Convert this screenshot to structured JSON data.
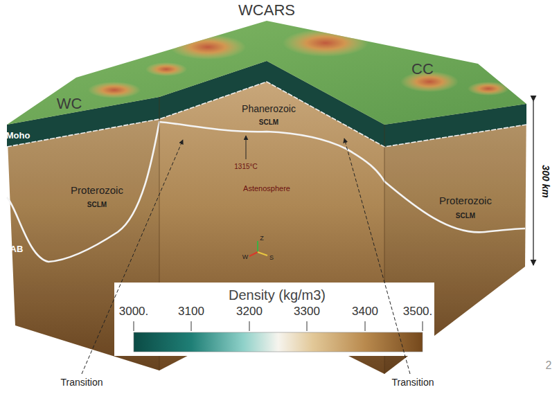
{
  "diagram": {
    "labels": [
      "WCARS",
      "WC",
      "CC",
      "Phanerozoic",
      "SCLM",
      "Moho",
      "1315°C",
      "Proterozoic",
      "SCLM",
      "Astenosphere",
      "Proterozoic",
      "SCLM",
      "LAB",
      "300 km",
      "Z",
      "W",
      "S",
      "Density (kg/m3)",
      "3000.",
      "3100",
      "3200",
      "3300",
      "3400",
      "3500.",
      "Transition",
      "Transition",
      "2"
    ]
  }
}
